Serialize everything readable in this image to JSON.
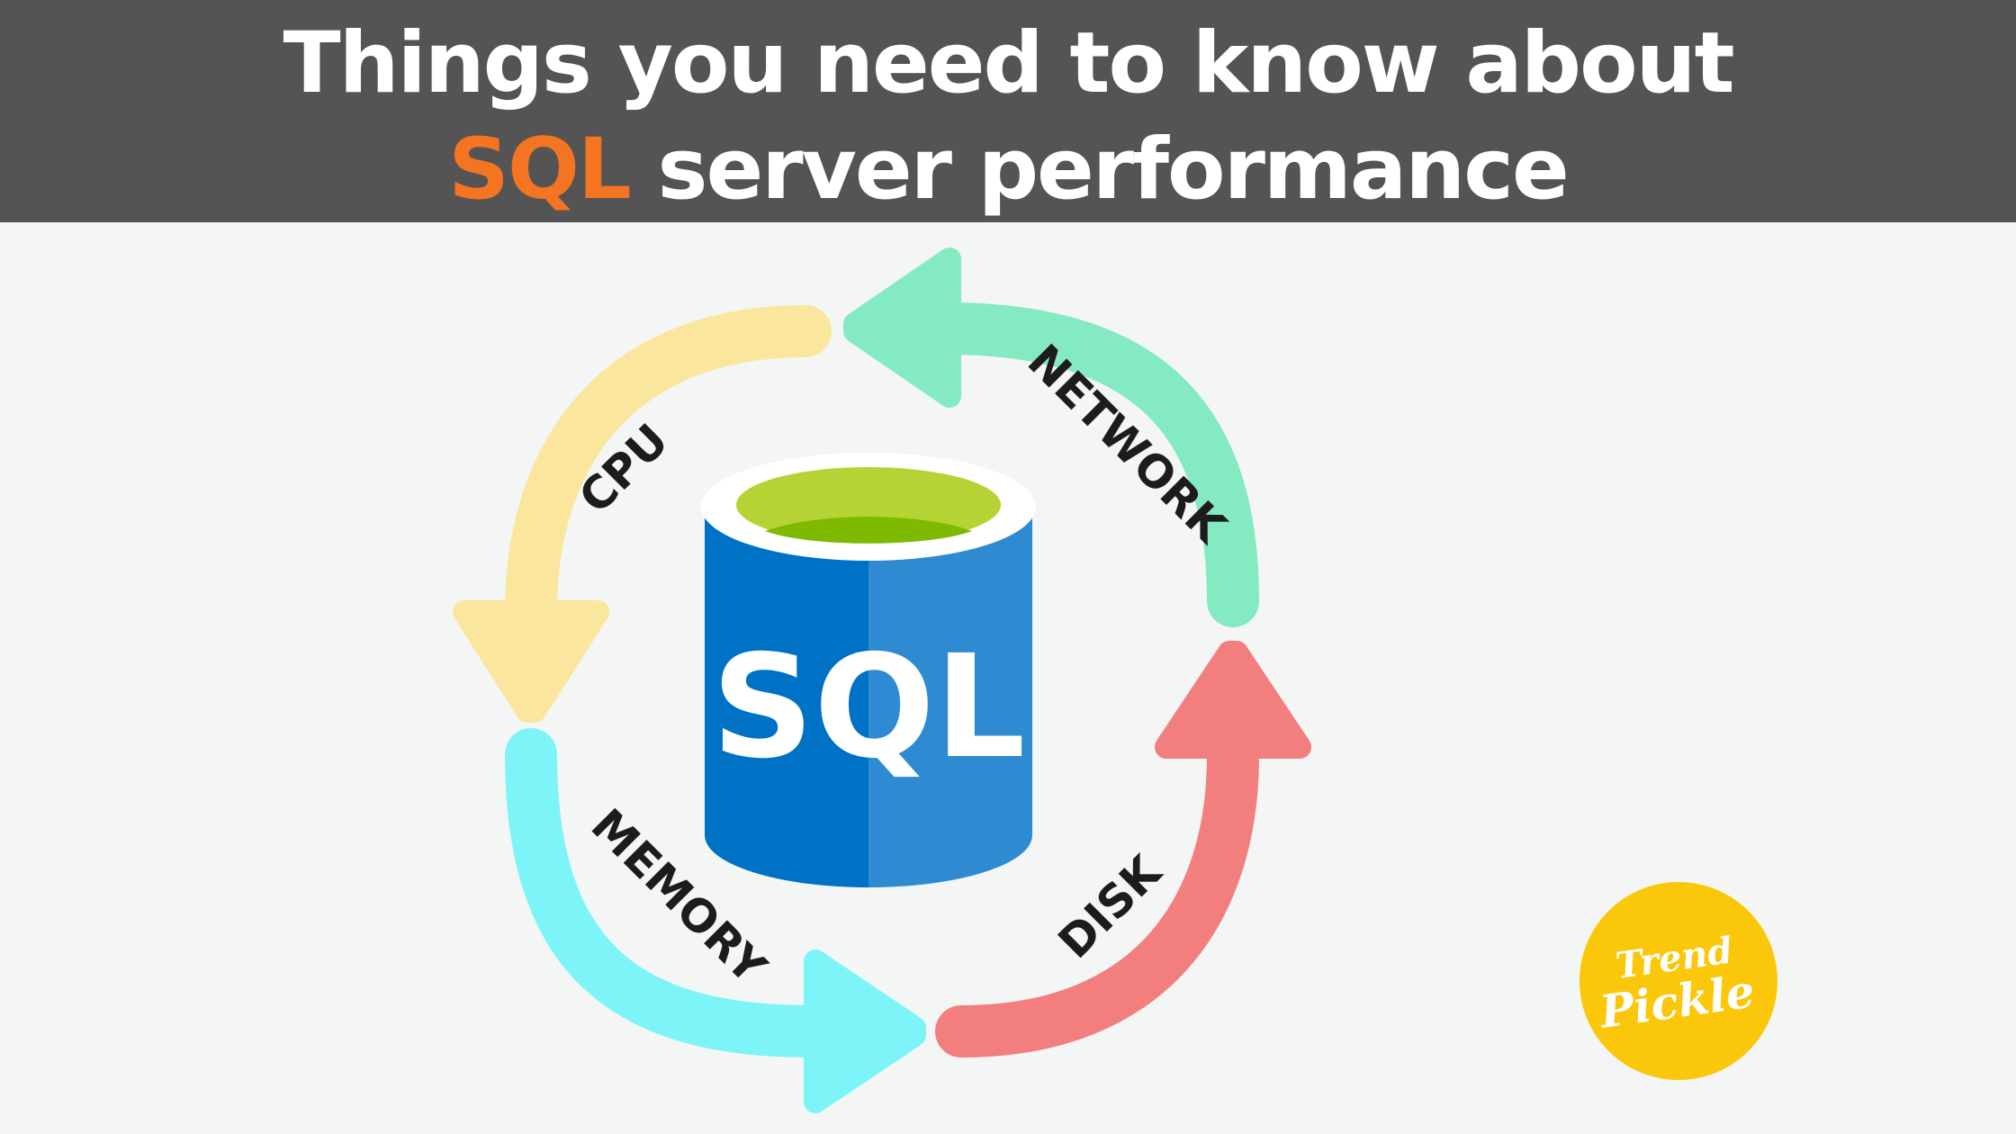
{
  "header": {
    "line1": "Things you need to know about",
    "line2_highlight": "SQL",
    "line2_rest": " server performance"
  },
  "database": {
    "label": "SQL"
  },
  "cycle": {
    "cpu": "CPU",
    "network": "NETWORK",
    "disk": "DISK",
    "memory": "MEMORY"
  },
  "logo": {
    "line1": "Trend",
    "line2": "Pickle"
  },
  "colors": {
    "header_bg": "#545454",
    "highlight": "#f47422",
    "cpu_arrow": "#fae69c",
    "network_arrow": "#84eac2",
    "disk_arrow": "#f27f7d",
    "memory_arrow": "#7cf4f8",
    "db_blue_left": "#0072c6",
    "db_blue_right": "#2e8bd1",
    "db_top_green": "#b5d334",
    "logo_yellow": "#fbc70b"
  }
}
